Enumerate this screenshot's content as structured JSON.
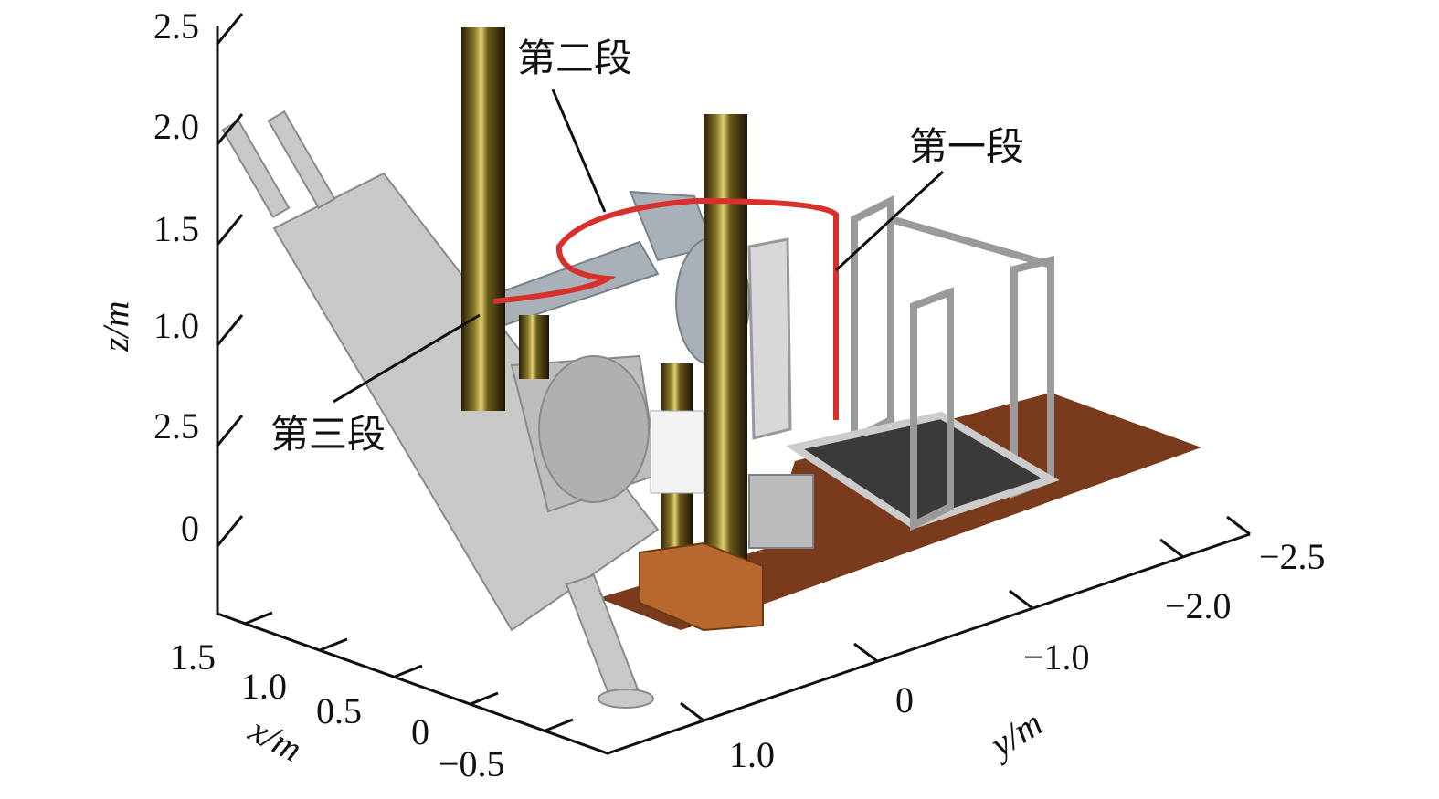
{
  "figure": {
    "z_axis": {
      "label": "z/m",
      "ticks": [
        "2.5",
        "2.0",
        "1.5",
        "1.0",
        "2.5",
        "0"
      ]
    },
    "x_axis": {
      "label": "x/m",
      "ticks": [
        "1.5",
        "1.0",
        "0.5",
        "0",
        "−0.5"
      ]
    },
    "y_axis": {
      "label": "y/m",
      "ticks": [
        "1.0",
        "0",
        "−1.0",
        "−2.0",
        "−2.5"
      ]
    },
    "annotations": {
      "segment_1": "第一段",
      "segment_2": "第二段",
      "segment_3": "第三段"
    },
    "colors": {
      "path": "#d8302c",
      "floor": "#7a3a1c",
      "pillar": "#3a2a10",
      "machine": "#c8c8c8",
      "base": "#b8672e"
    }
  }
}
